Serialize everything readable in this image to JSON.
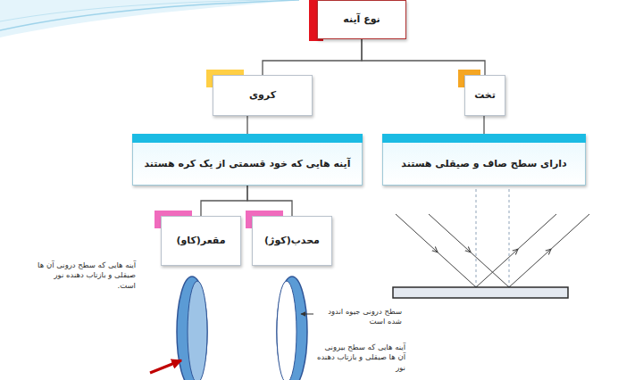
{
  "diagram": {
    "nodes": [
      {
        "text": [
          "نوع آینه"
        ]
      },
      {
        "text": [
          "کروی"
        ]
      },
      {
        "text": [
          "تخت"
        ]
      },
      {
        "text": [
          "آینه هایی که خود قسمتی از یک کره هستند"
        ]
      },
      {
        "text": [
          "دارای سطح صاف و صیقلی هستند"
        ]
      },
      {
        "text": [
          "مقعر(کاو)"
        ]
      },
      {
        "text": [
          "محدب(کوژ)"
        ]
      }
    ],
    "edges": [
      {
        "from": 0,
        "to": 1,
        "arrow": "none"
      },
      {
        "from": 0,
        "to": 2,
        "arrow": "none"
      },
      {
        "from": 1,
        "to": 3,
        "arrow": "none"
      },
      {
        "from": 2,
        "to": 4,
        "arrow": "none"
      },
      {
        "from": 3,
        "to": 5,
        "arrow": "none"
      },
      {
        "from": 3,
        "to": 6,
        "arrow": "none"
      }
    ],
    "labels": [
      "آینه هایی که سطح درونی آن ها صیقلی و بازتاب دهنده نور است.",
      "سطح درونی جیوه اندود شده است",
      "آینه هایی که سطح بیرونی آن ها صیقلی و بازتاب دهنده نور"
    ]
  }
}
